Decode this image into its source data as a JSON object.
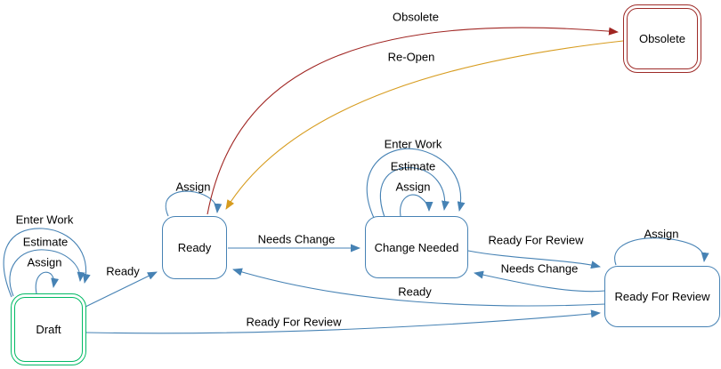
{
  "diagram": {
    "type": "workflow-state-diagram",
    "states": [
      {
        "id": "draft",
        "label": "Draft",
        "style": "initial-double-green"
      },
      {
        "id": "ready",
        "label": "Ready",
        "style": "default"
      },
      {
        "id": "change_needed",
        "label": "Change Needed",
        "style": "default"
      },
      {
        "id": "ready_for_review",
        "label": "Ready For Review",
        "style": "default"
      },
      {
        "id": "obsolete",
        "label": "Obsolete",
        "style": "closed-double-red"
      }
    ],
    "transitions": [
      {
        "from": "draft",
        "to": "draft",
        "label": "Enter Work",
        "kind": "self-loop"
      },
      {
        "from": "draft",
        "to": "draft",
        "label": "Estimate",
        "kind": "self-loop"
      },
      {
        "from": "draft",
        "to": "draft",
        "label": "Assign",
        "kind": "self-loop"
      },
      {
        "from": "draft",
        "to": "ready",
        "label": "Ready",
        "kind": "edge"
      },
      {
        "from": "ready",
        "to": "ready",
        "label": "Assign",
        "kind": "self-loop"
      },
      {
        "from": "ready",
        "to": "change_needed",
        "label": "Needs Change",
        "kind": "edge"
      },
      {
        "from": "change_needed",
        "to": "change_needed",
        "label": "Enter Work",
        "kind": "self-loop"
      },
      {
        "from": "change_needed",
        "to": "change_needed",
        "label": "Estimate",
        "kind": "self-loop"
      },
      {
        "from": "change_needed",
        "to": "change_needed",
        "label": "Assign",
        "kind": "self-loop"
      },
      {
        "from": "change_needed",
        "to": "ready_for_review",
        "label": "Ready For Review",
        "kind": "edge"
      },
      {
        "from": "ready_for_review",
        "to": "change_needed",
        "label": "Needs Change",
        "kind": "edge"
      },
      {
        "from": "ready_for_review",
        "to": "ready_for_review",
        "label": "Assign",
        "kind": "self-loop"
      },
      {
        "from": "ready_for_review",
        "to": "ready",
        "label": "Ready",
        "kind": "edge"
      },
      {
        "from": "draft",
        "to": "ready_for_review",
        "label": "Ready For Review",
        "kind": "edge"
      },
      {
        "from": "ready",
        "to": "obsolete",
        "label": "Obsolete",
        "kind": "edge",
        "color": "#a02522"
      },
      {
        "from": "obsolete",
        "to": "ready",
        "label": "Re-Open",
        "kind": "edge",
        "color": "#d79c1f"
      }
    ],
    "colors": {
      "edge_default": "#4682b4",
      "edge_to_obsolete": "#a02522",
      "edge_reopen": "#d79c1f",
      "state_border_default": "#4682b4",
      "state_border_initial": "#00b964",
      "state_border_obsolete": "#9e2b28",
      "label_text": "#000000",
      "background": "#ffffff"
    }
  }
}
